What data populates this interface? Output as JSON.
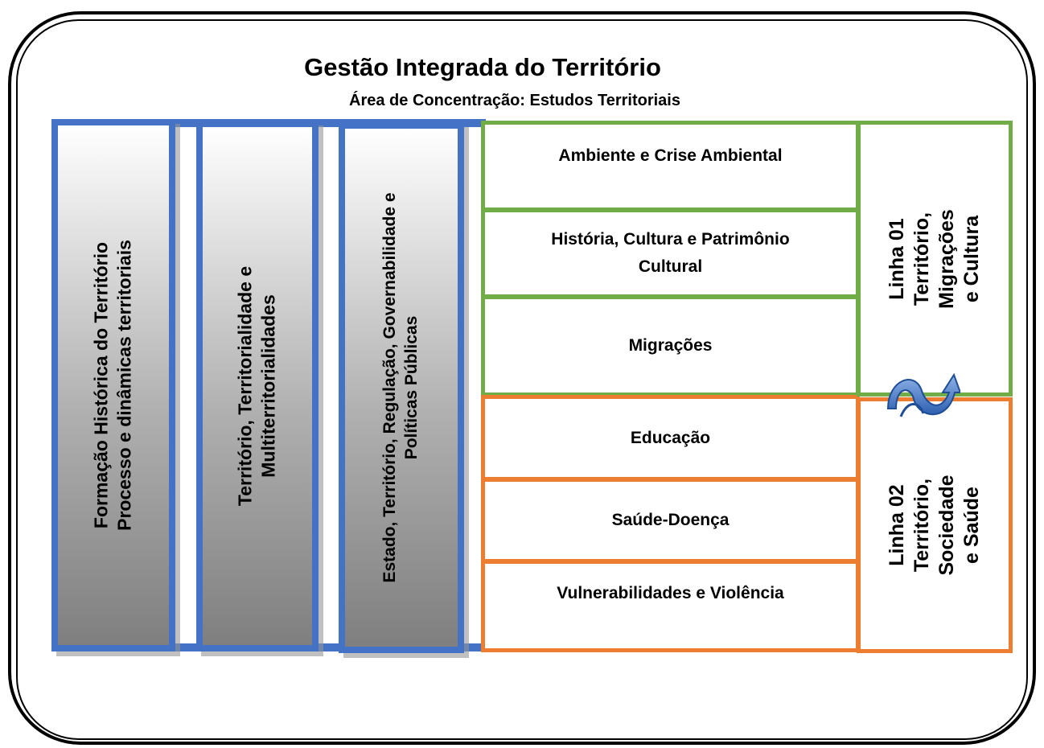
{
  "diagram": {
    "title": "Gestão Integrada do Território",
    "subtitle": "Área de Concentração: Estudos Territoriais",
    "columns": [
      {
        "lines": [
          "Formação Histórica do Território",
          "Processo e dinâmicas territoriais"
        ]
      },
      {
        "lines": [
          "Território, Territorialidade e",
          "Multiterritorialidades"
        ]
      },
      {
        "lines": [
          "Estado, Território, Regulação, Governabilidade e",
          "Políticas Públicas"
        ]
      }
    ],
    "green_topics": [
      "Ambiente e Crise Ambiental",
      "História, Cultura e Patrimônio Cultural",
      "Migrações"
    ],
    "orange_topics": [
      "Educação",
      "Saúde-Doença",
      "Vulnerabilidades e Violência"
    ],
    "research_lines": [
      {
        "lines": [
          "Linha 01",
          "Território,",
          "Migrações",
          "e Cultura"
        ],
        "color": "#70ad47"
      },
      {
        "lines": [
          "Linha 02",
          "Território,",
          "Sociedade",
          "e Saúde"
        ],
        "color": "#ed7d31"
      }
    ],
    "colors": {
      "blue": "#4472c4",
      "green": "#70ad47",
      "orange": "#ed7d31"
    },
    "connector_icon": "cycle-arrows-icon"
  }
}
